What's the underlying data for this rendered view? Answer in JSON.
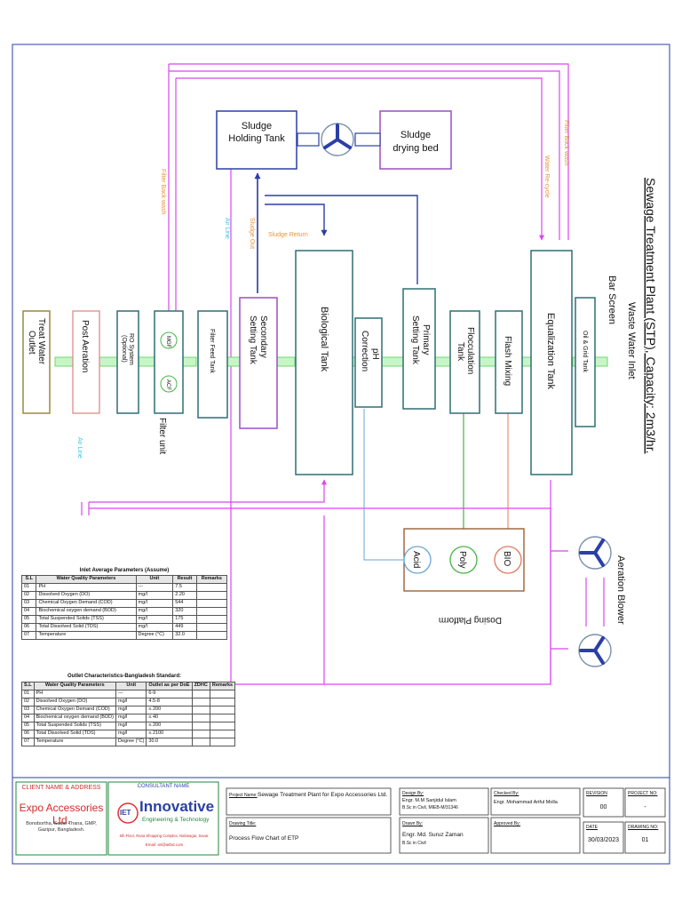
{
  "title": "Sewage Treatment Plant (STP), Capacity: 2m3/hr.",
  "process": {
    "inlet": "Waste Water Inlet",
    "bar_screen": "Bar Screen",
    "oil_grid": "Oil & Grid Tank",
    "equalization": "Equalization Tank",
    "flash": "Flash Mixing",
    "floc_1": "Flocculation",
    "floc_2": "Tank",
    "primary_1": "Primary",
    "primary_2": "Setting Tank",
    "ph_1": "pH",
    "ph_2": "Correction",
    "bio": "Biological Tank",
    "secondary_1": "Secondary",
    "secondary_2": "Setting Tank",
    "filter_feed": "Filter Feed Tank",
    "msf": "MGF",
    "acf": "ACF",
    "ro_1": "RO System",
    "ro_2": "(Optional)",
    "filter_unit": "Filter unit",
    "post_aeration": "Post Aeration",
    "treat_1": "Treat Water",
    "treat_2": "Outlet",
    "sludge_holding_1": "Sludge",
    "sludge_holding_2": "Holding Tank",
    "sludge_drying_1": "Sludge",
    "sludge_drying_2": "drying bed",
    "dosing": "Dosing Platform",
    "acid": "Acid",
    "poly": "Poly",
    "bio_dose": "BIO",
    "aeration_blower": "Aeration Blower",
    "line_filter_back_wash": "Filter Back wash",
    "line_water_recycle": "Water Re-cycle",
    "line_filter_back_wash_2": "Filter Back wash",
    "line_air_line": "Air Line",
    "line_sludge_out": "Sludge Out",
    "line_sludge_return": "Sludge Return",
    "line_air_line_2": "Air Line"
  },
  "inlet_table": {
    "caption": "Inlet Average Parameters (Assume)",
    "headers": [
      "S.L",
      "Water Quality Parameters",
      "Unit",
      "Result",
      "Remarks"
    ],
    "rows": [
      [
        "01",
        "PH",
        "---",
        "7.5",
        ""
      ],
      [
        "02",
        "Dissolved Oxygen (DO)",
        "mg/l",
        "2.20",
        ""
      ],
      [
        "03",
        "Chemical Oxygen Demand (COD)",
        "mg/l",
        "544",
        ""
      ],
      [
        "04",
        "Biochemical oxygen demand (BOD)",
        "mg/l",
        "320",
        ""
      ],
      [
        "05",
        "Total Suspended Solids (TSS)",
        "mg/l",
        "175",
        ""
      ],
      [
        "06",
        "Total Dissolved Solid (TDS)",
        "mg/l",
        "449",
        ""
      ],
      [
        "07",
        "Temperature",
        "Degree (°C)",
        "32.0",
        ""
      ]
    ]
  },
  "outlet_table": {
    "caption": "Outlet Characteristics-Bangladesh Standard:",
    "headers": [
      "S.L",
      "Water Quality Parameters",
      "Unit",
      "Outlet as per DoE",
      "ZDHC",
      "Remarks"
    ],
    "rows": [
      [
        "01",
        "PH",
        "---",
        "6-9",
        "",
        ""
      ],
      [
        "02",
        "Dissolved Oxygen (DO)",
        "mg/l",
        "4.5-8",
        "",
        ""
      ],
      [
        "03",
        "Chemical Oxygen Demand (COD)",
        "mg/l",
        "≤ 200",
        "",
        ""
      ],
      [
        "04",
        "Biochemical oxygen demand (BOD)",
        "mg/l",
        "≤ 40",
        "",
        ""
      ],
      [
        "05",
        "Total Suspended Solids (TSS)",
        "mg/l",
        "≤ 200",
        "",
        ""
      ],
      [
        "06",
        "Total Dissolved Solid (TDS)",
        "mg/l",
        "≤ 2100",
        "",
        ""
      ],
      [
        "07",
        "Temperature",
        "Degree (°C)",
        "30.0",
        "",
        ""
      ]
    ]
  },
  "title_block": {
    "client_label": "CLIENT NAME & ADDRESS",
    "client_name": "Expo Accessories Ltd.",
    "client_addr_1": "Bonobortha, Sadar Thana, GMP,",
    "client_addr_2": "Gazipur, Bangladesh.",
    "consultant_label": "CONSULTANT NAME",
    "consultant_logo": "IET",
    "consultant_name": "Innovative",
    "consultant_sub": "Engineering & Technology",
    "consultant_addr": "5th Floor, Rana Shopping Complex, Nabinagar, Savar.",
    "consultant_email": "Email: iet@ietbd.com",
    "project_label": "Project Name:",
    "project_value": "Sewage Treatment Plant for Expo Accessories Ltd.",
    "drawing_label": "Drawing Title:",
    "drawing_value": "Process Flow Chart of ETP",
    "design_label": "Design By:",
    "design_name": "Engr. M.M Sanjidul Islam",
    "design_cred": "B.Sc in Civil, MIEB-M/31346",
    "drawn_label": "Drawn By:",
    "drawn_name": "Engr. Md. Suruz Zaman",
    "drawn_cred": "B.Sc in Civil",
    "checked_label": "Checked By:",
    "checked_name": "Engr. Mohammad Ariful Molla",
    "approved_label": "Approved By:",
    "revision_label": "REVISION",
    "revision_value": "00",
    "project_no_label": "PROJECT NO:",
    "project_no_value": "-",
    "date_label": "DATE",
    "date_value": "30/03/2023",
    "drawing_no_label": "DRAWING NO:",
    "drawing_no_value": "01"
  },
  "colors": {
    "tank": "#2e6f73",
    "magenta": "#d946ef",
    "green_pipe": "#90ee90",
    "blue": "#2b3fa6",
    "orange": "#e8953a",
    "cyan": "#38c7e6",
    "red": "#d12b2b",
    "title_green": "#1f8a3a"
  }
}
